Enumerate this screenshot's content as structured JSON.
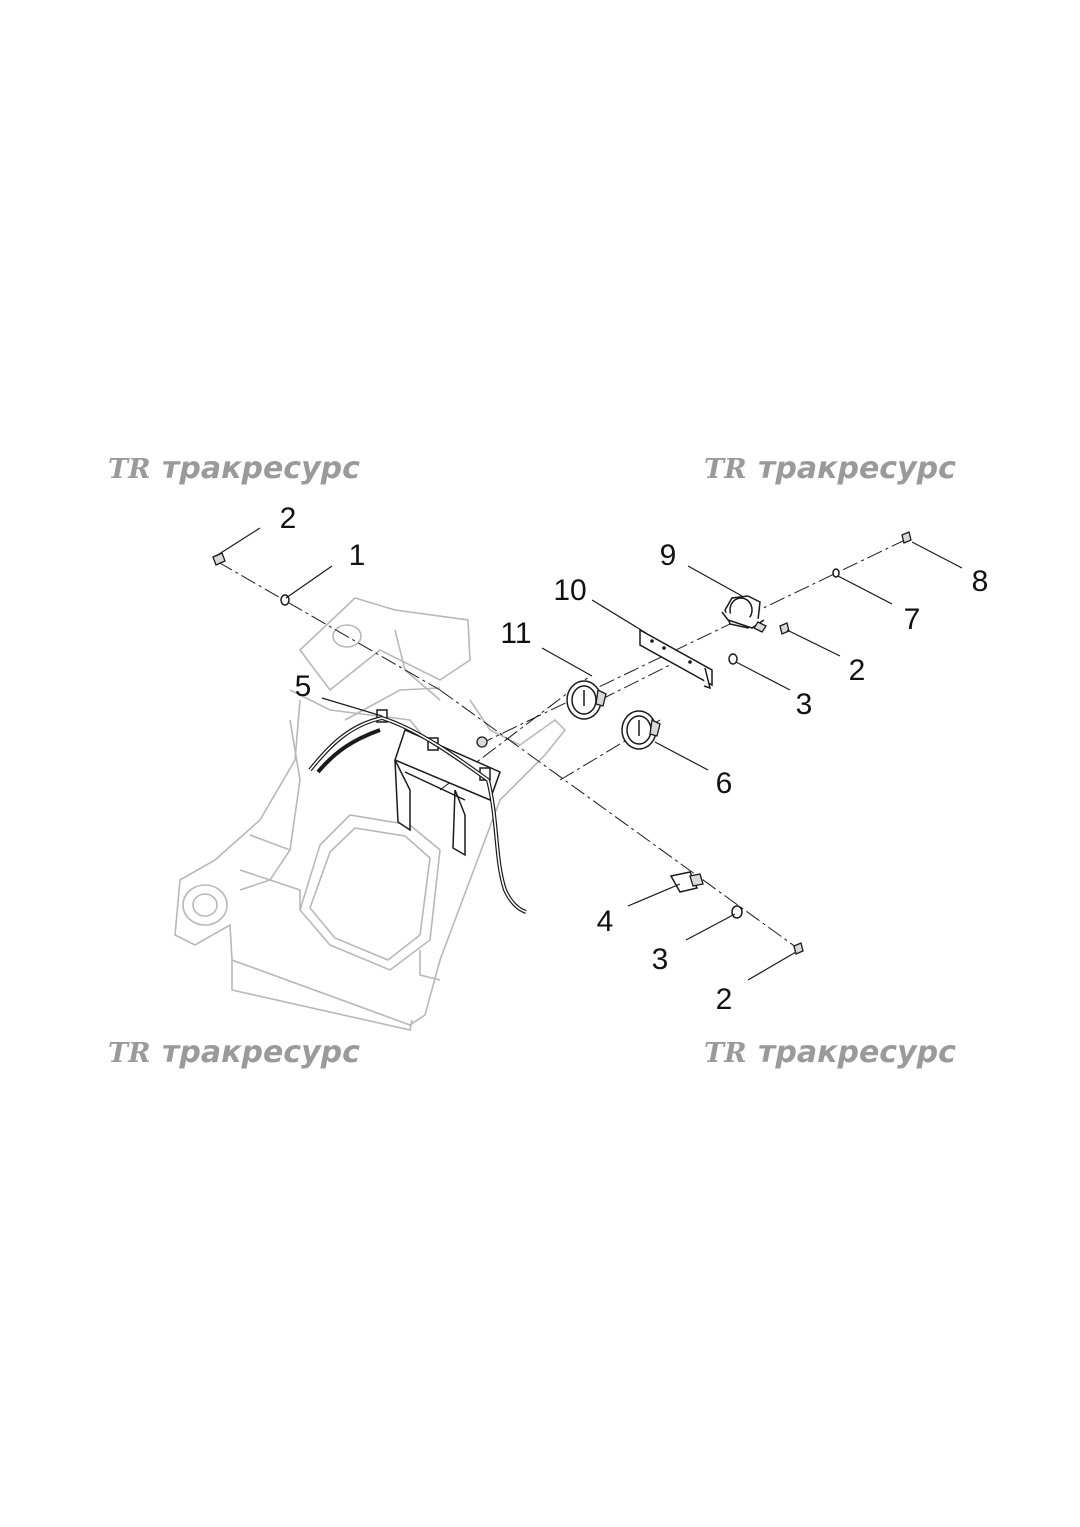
{
  "watermark": {
    "logo": "TR",
    "text": "тракресурс"
  },
  "callouts": {
    "c2_top_left": "2",
    "c1": "1",
    "c5": "5",
    "c11": "11",
    "c10": "10",
    "c9": "9",
    "c8": "8",
    "c7": "7",
    "c2_right": "2",
    "c3_right": "3",
    "c6": "6",
    "c4": "4",
    "c3_bottom": "3",
    "c2_bottom": "2"
  },
  "colors": {
    "watermark": "#9a9a9a",
    "frame_outline": "#b8b8b8",
    "line_art": "#1a1a1a"
  }
}
